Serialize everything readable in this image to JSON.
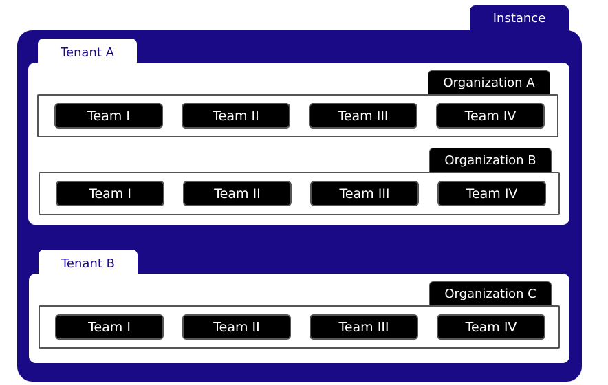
{
  "instance": {
    "label": "Instance"
  },
  "tenants": [
    {
      "label": "Tenant A",
      "organizations": [
        {
          "label": "Organization A",
          "teams": [
            "Team I",
            "Team II",
            "Team III",
            "Team IV"
          ]
        },
        {
          "label": "Organization B",
          "teams": [
            "Team I",
            "Team II",
            "Team III",
            "Team IV"
          ]
        }
      ]
    },
    {
      "label": "Tenant B",
      "organizations": [
        {
          "label": "Organization C",
          "teams": [
            "Team I",
            "Team II",
            "Team III",
            "Team IV"
          ]
        }
      ]
    }
  ],
  "colors": {
    "instance": "#1b0a86",
    "tenant": "#ffffff",
    "team": "#000000"
  }
}
